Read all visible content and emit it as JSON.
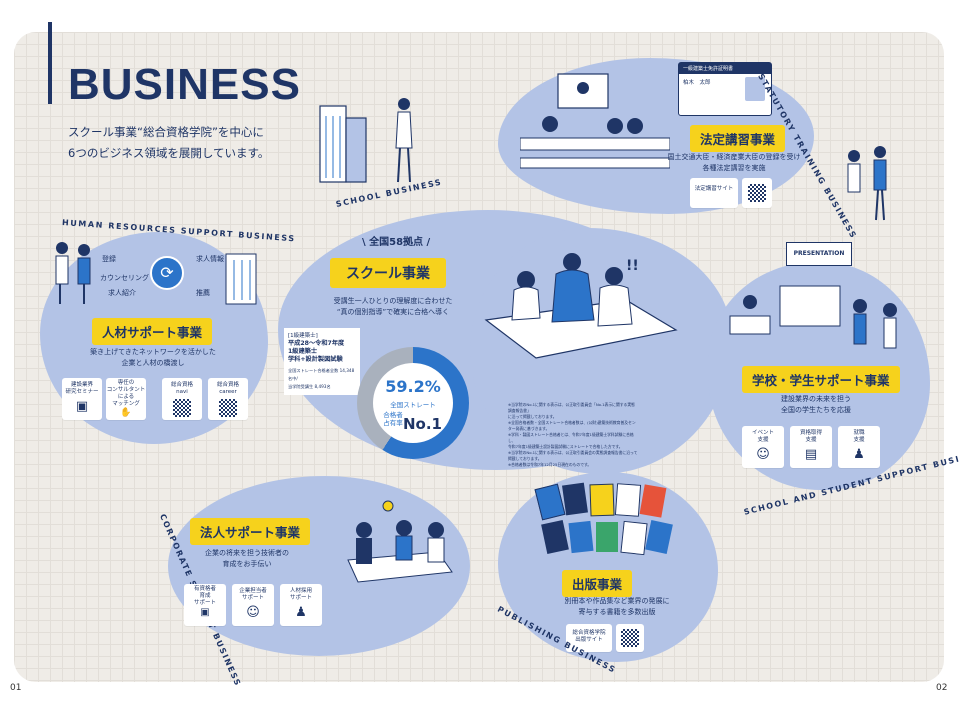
{
  "header": {
    "title": "BUSINESS",
    "subtitle_line1": "スクール事業“総合資格学院”を中心に",
    "subtitle_line2": "6つのビジネス領域を展開しています。"
  },
  "page_numbers": {
    "left": "01",
    "right": "02"
  },
  "curved_labels": {
    "statutory": "STATUTORY TRAINING BUSINESS",
    "school": "SCHOOL BUSINESS",
    "hr": "HUMAN RESOURCES SUPPORT BUSINESS",
    "student": "SCHOOL AND STUDENT SUPPORT BUSINESS",
    "corporate": "CORPORATE SUPPORT BUSINESS",
    "publishing": "PUBLISHING BUSINESS"
  },
  "statutory": {
    "label": "法定講習事業",
    "desc_line1": "国土交通大臣・経済産業大臣の登録を受け",
    "desc_line2": "各種法定講習を実施",
    "card": "法定講習サイト",
    "id_card_title": "一級建築士免許証明書",
    "id_card_name": "柏木　太郎"
  },
  "school": {
    "count": "全国58拠点",
    "label": "スクール事業",
    "desc_line1": "受講生一人ひとりの理解度に合わせた",
    "desc_line2": "“真の個別指導”で確実に合格へ導く",
    "stat_box": {
      "line1": "[1級建築士]",
      "line2": "平成28〜令和7年度",
      "line3": "1級建築士",
      "line4": "学科+設計製図試験",
      "line5": "全国ストレート合格者全数 14,348名中/",
      "line6": "当学院受講生 8,493名"
    },
    "donut": {
      "pct": "59.2%",
      "sub1": "全国ストレート",
      "sub2": "合格者",
      "sub3": "占有率",
      "no1": "No.1"
    },
    "notes": [
      "※当学院のNo.1に関する表示は、公正取引委員会「No.1表示に関する実態調査報告書」",
      "に沿って掲載しております。",
      "※全国合格者数・全国ストレート合格者数は、(公財)建築技術教育普及センター発表に基づきます。",
      "※学科・製図ストレート合格者とは、令和7年度1級建築士学科試験に合格し、",
      "令和7年度1級建築士設計製図試験にストレートで合格した方です。",
      "※当学院のNo.1に関する表示は、公正取引委員会の実態調査報告書に沿って掲載しております。",
      "※合格者数は令和7年12月25日現在のものです。"
    ]
  },
  "hr": {
    "flow_left_top": "登録",
    "flow_left_mid": "カウンセリング",
    "flow_left_bottom": "求人紹介",
    "flow_right_top": "求人情報",
    "flow_right_bottom": "推薦",
    "label": "人材サポート事業",
    "desc_line1": "築き上げてきたネットワークを活かした",
    "desc_line2": "企業と人材の橋渡し",
    "cards": [
      {
        "l1": "建設業界",
        "l2": "研究セミナー"
      },
      {
        "l1": "専任の",
        "l2": "コンサルタント",
        "l3": "による",
        "l4": "マッチング"
      },
      {
        "l1": "総合資格",
        "l2": "navi"
      },
      {
        "l1": "総合資格",
        "l2": "career"
      }
    ]
  },
  "student": {
    "sign": "PRESENTATION",
    "label": "学校・学生サポート事業",
    "desc_line1": "建設業界の未来を担う",
    "desc_line2": "全国の学生たちを応援",
    "cards": [
      {
        "l1": "イベント",
        "l2": "支援"
      },
      {
        "l1": "資格取得",
        "l2": "支援"
      },
      {
        "l1": "就職",
        "l2": "支援"
      }
    ]
  },
  "corporate": {
    "label": "法人サポート事業",
    "desc_line1": "企業の将来を担う技術者の",
    "desc_line2": "育成をお手伝い",
    "cards": [
      {
        "l1": "有資格者",
        "l2": "育成",
        "l3": "サポート"
      },
      {
        "l1": "企業担当者",
        "l2": "サポート"
      },
      {
        "l1": "人材採用",
        "l2": "サポート"
      }
    ]
  },
  "publishing": {
    "label": "出版事業",
    "desc_line1": "別冊本や作品集など業界の発展に",
    "desc_line2": "寄与する書籍を多数出版",
    "card_l1": "総合資格学院",
    "card_l2": "出版サイト"
  },
  "colors": {
    "navy": "#1f3566",
    "blob": "#b3c3e6",
    "yellow": "#f6d21c",
    "blue": "#2c74c9",
    "gray": "#a9b1bd"
  }
}
